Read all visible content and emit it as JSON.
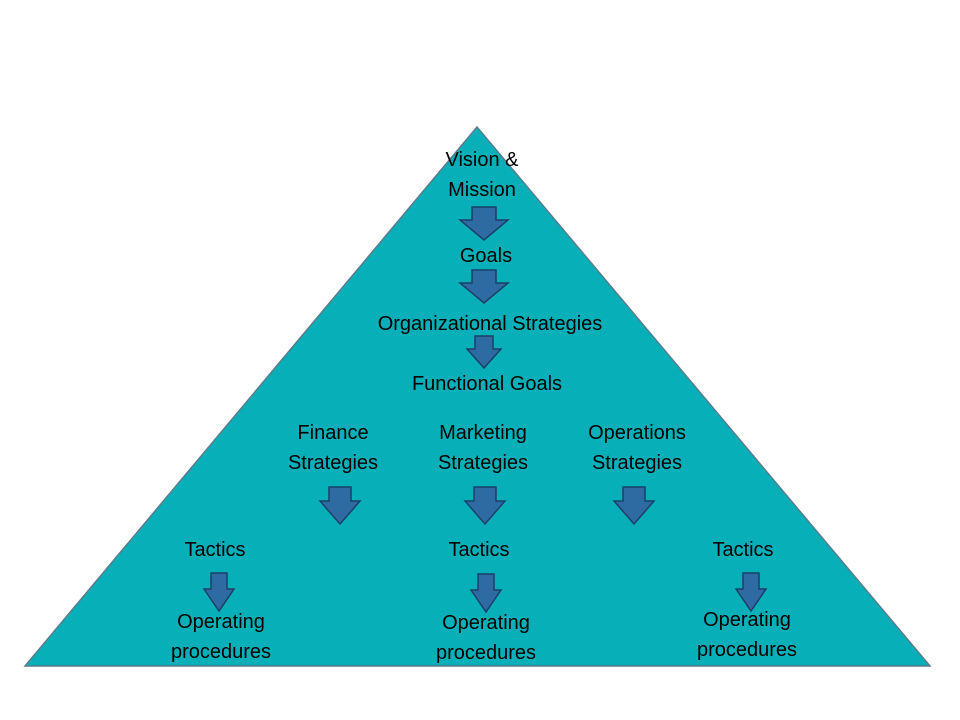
{
  "colors": {
    "pyramid_fill": "#07B0B8",
    "pyramid_stroke": "#5A7C8C",
    "arrow_fill": "#2E6BA3",
    "arrow_stroke": "#1C3F68",
    "text": "#000000"
  },
  "pyramid": {
    "apex": {
      "line1": "Vision &",
      "line2": "Mission"
    },
    "goals": "Goals",
    "org_strategies": "Organizational Strategies",
    "functional_goals": "Functional Goals",
    "functions": [
      {
        "line1": "Finance",
        "line2": "Strategies"
      },
      {
        "line1": "Marketing",
        "line2": "Strategies"
      },
      {
        "line1": "Operations",
        "line2": "Strategies"
      }
    ],
    "tactics": [
      "Tactics",
      "Tactics",
      "Tactics"
    ],
    "procedures": [
      {
        "line1": "Operating",
        "line2": "procedures"
      },
      {
        "line1": "Operating",
        "line2": "procedures"
      },
      {
        "line1": "Operating",
        "line2": "procedures"
      }
    ]
  }
}
